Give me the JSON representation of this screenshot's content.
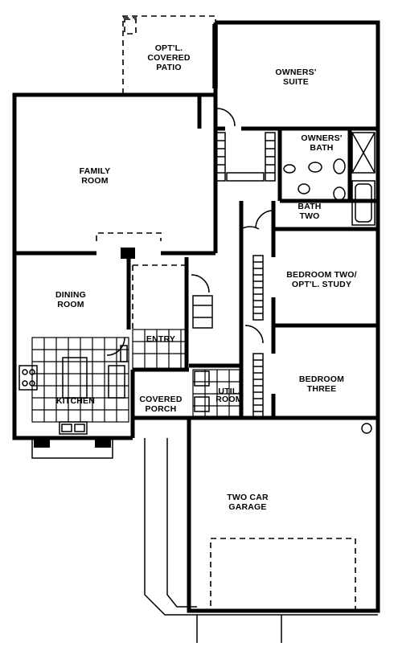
{
  "rooms": {
    "opt_patio": [
      "OPT'L.",
      "COVERED",
      "PATIO"
    ],
    "owners_suite": [
      "OWNERS'",
      "SUITE"
    ],
    "owners_bath": [
      "OWNERS'",
      "BATH"
    ],
    "family_room": [
      "FAMILY",
      "ROOM"
    ],
    "bath_two": [
      "BATH",
      "TWO"
    ],
    "bedroom_two": [
      "BEDROOM TWO/",
      "OPT'L. STUDY"
    ],
    "dining_room": [
      "DINING",
      "ROOM"
    ],
    "entry": "ENTRY",
    "bedroom_three": [
      "BEDROOM",
      "THREE"
    ],
    "kitchen": "KITCHEN",
    "covered_porch": [
      "COVERED",
      "PORCH"
    ],
    "utility": [
      "UTIL.",
      "ROOM"
    ],
    "garage": [
      "TWO  CAR",
      "GARAGE"
    ]
  }
}
